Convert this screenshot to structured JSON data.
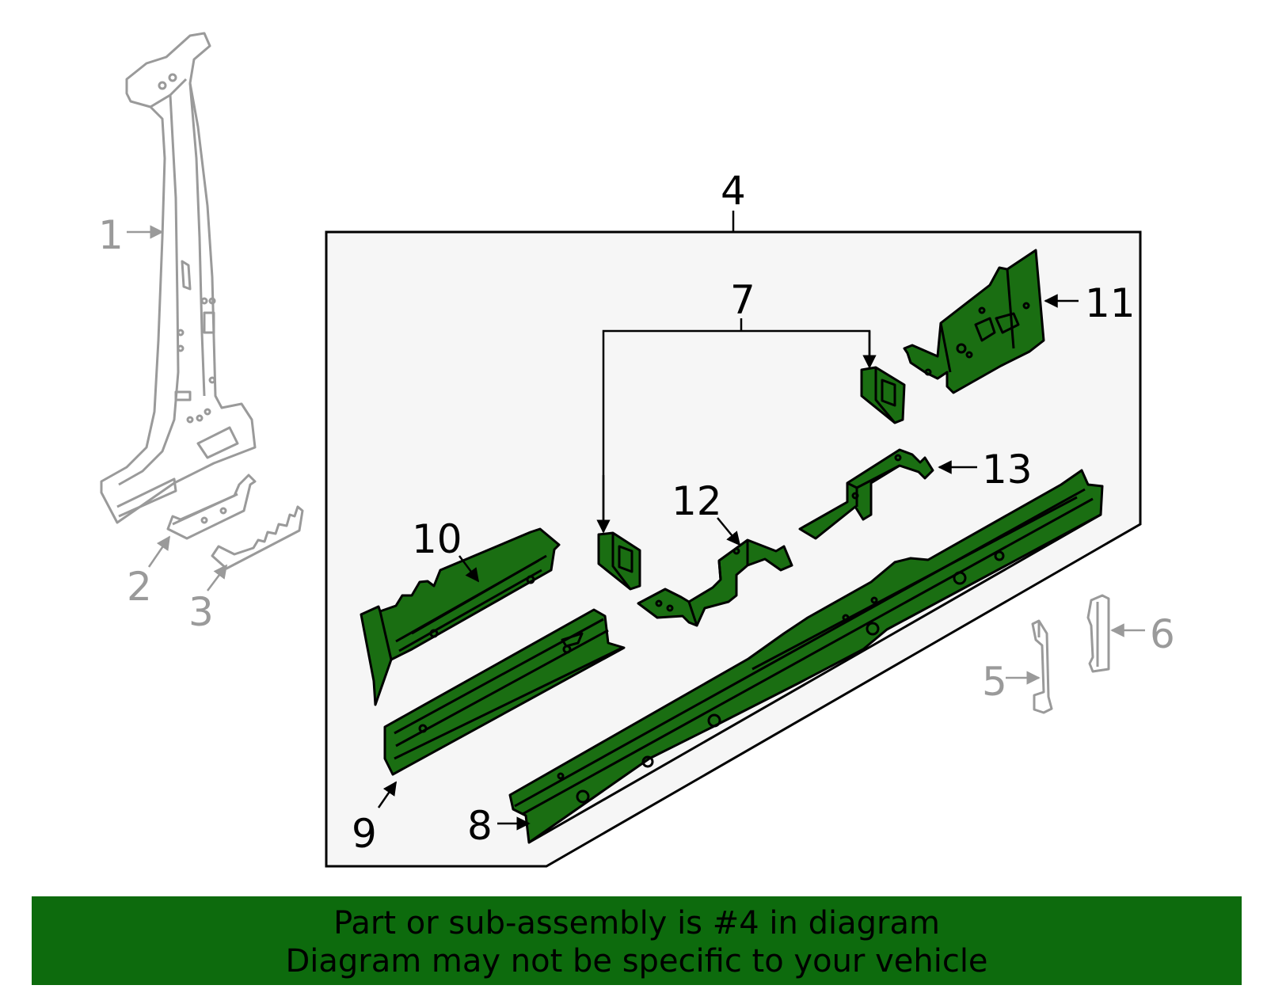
{
  "callouts": {
    "c1": "1",
    "c2": "2",
    "c3": "3",
    "c4": "4",
    "c5": "5",
    "c6": "6",
    "c7": "7",
    "c8": "8",
    "c9": "9",
    "c10": "10",
    "c11": "11",
    "c12": "12",
    "c13": "13"
  },
  "banner": {
    "line1": "Part or sub-assembly is #4 in diagram",
    "line2": "Diagram may not be specific to your vehicle"
  },
  "colors": {
    "highlight": "#1a6e12",
    "banner": "#0d6b0d",
    "context_part": "#9a9a9a",
    "assembly_bg": "#f6f6f6"
  }
}
